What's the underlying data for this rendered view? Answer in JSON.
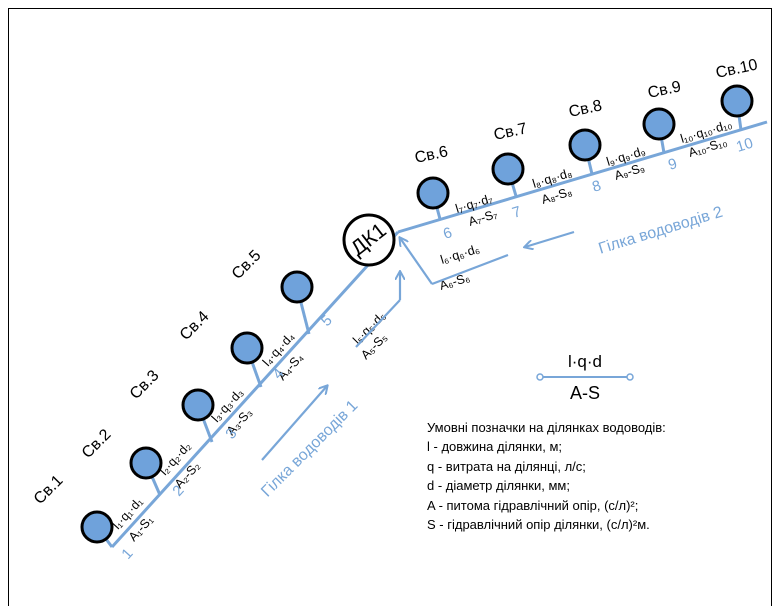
{
  "wells": [
    {
      "label": "Св.1"
    },
    {
      "label": "Св.2"
    },
    {
      "label": "Св.3"
    },
    {
      "label": "Св.4"
    },
    {
      "label": "Св.5"
    },
    {
      "label": "Св.6"
    },
    {
      "label": "Св.7"
    },
    {
      "label": "Св.8"
    },
    {
      "label": "Св.9"
    },
    {
      "label": "Св.10"
    }
  ],
  "junction": {
    "label": "ДК1"
  },
  "sections": [
    {
      "n": "1",
      "top": "l₁·q₁·d₁",
      "bottom": "A₁-S₁"
    },
    {
      "n": "2",
      "top": "l₂·q₂·d₂",
      "bottom": "A₂-S₂"
    },
    {
      "n": "3",
      "top": "l₃·q₃·d₃",
      "bottom": "A₃-S₃"
    },
    {
      "n": "4",
      "top": "l₄·q₄·d₄",
      "bottom": "A₄-S₄"
    },
    {
      "n": "5",
      "top": "l₅·q₅·d₅",
      "bottom": "A₅-S₅"
    },
    {
      "n": "6",
      "top": "l₆·q₆·d₆",
      "bottom": "A₆-S₆"
    },
    {
      "n": "7",
      "top": "l₇·q₇·d₇",
      "bottom": "A₇-S₇"
    },
    {
      "n": "8",
      "top": "l₈·q₈·d₈",
      "bottom": "A₈-S₈"
    },
    {
      "n": "9",
      "top": "l₉·q₉·d₉",
      "bottom": "A₉-S₉"
    },
    {
      "n": "10",
      "top": "l₁₀·q₁₀·d₁₀",
      "bottom": "A₁₀-S₁₀"
    }
  ],
  "branches": {
    "branch1": "Гілка водоводів 1",
    "branch2": "Гілка водоводів 2"
  },
  "legend_key": {
    "top": "l·q·d",
    "bottom": "A-S"
  },
  "legend": {
    "title": "Умовні позначки на ділянках водоводів:",
    "items": [
      "l - довжина ділянки, м;",
      "q - витрата на ділянці, л/с;",
      "d - діаметр ділянки, мм;",
      "A - питома гідравлічний опір, (с/л)²;",
      "S - гідравлічний опір ділянки, (с/л)²м."
    ]
  },
  "colors": {
    "pipe": "#78a6d8",
    "well_fill": "#6fa2db",
    "outline": "#000000"
  }
}
